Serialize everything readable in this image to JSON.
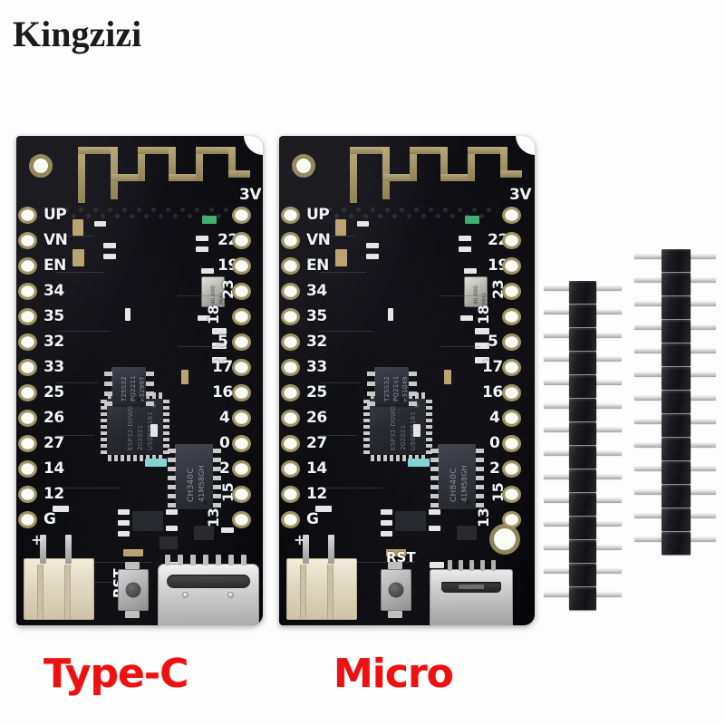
{
  "watermark": {
    "text": "Kingzizi"
  },
  "captions": {
    "left": "Type-C",
    "right": "Micro",
    "color": "#ee1111"
  },
  "boards": [
    {
      "id": "board-type-c",
      "variant": "Type-C",
      "usb_connector": "USB Type-C",
      "left_pin_labels": [
        "UP",
        "VN",
        "EN",
        "34",
        "35",
        "32",
        "33",
        "25",
        "26",
        "27",
        "14",
        "12",
        "G"
      ],
      "right_pin_labels": [
        "3V",
        "22",
        "19",
        "23",
        "18",
        "5",
        "17",
        "16",
        "4",
        "0",
        "2",
        "15",
        "13"
      ],
      "right_rotated_labels": [
        "23",
        "18",
        "15",
        "13"
      ],
      "silkscreen": {
        "reset_button": "RST",
        "battery_plus": "+"
      },
      "chips": {
        "mcu": {
          "line1": "ESP32-D0WDQ6",
          "line2": "202021",
          "line3": "U50P36161"
        },
        "flash": {
          "line1": "T25S32",
          "line2": "PQ2211",
          "line3": "P32997"
        },
        "usb_serial": {
          "line1": "CH340C",
          "line2": "41M58GH"
        },
        "crystal": {
          "line1": "40.000",
          "line2": "MHz"
        }
      }
    },
    {
      "id": "board-micro",
      "variant": "Micro",
      "usb_connector": "Micro USB",
      "left_pin_labels": [
        "UP",
        "VN",
        "EN",
        "34",
        "35",
        "32",
        "33",
        "25",
        "26",
        "27",
        "14",
        "12",
        "G"
      ],
      "right_pin_labels": [
        "3V",
        "22",
        "19",
        "23",
        "18",
        "5",
        "17",
        "16",
        "4",
        "0",
        "2",
        "15",
        "13"
      ],
      "right_rotated_labels": [
        "23",
        "18",
        "15",
        "13"
      ],
      "silkscreen": {
        "reset_button": "RST",
        "battery_plus": "+"
      },
      "chips": {
        "mcu": {
          "line1": "ESP32-D0WDQ6",
          "line2": "202021",
          "line3": "U50P36161"
        },
        "flash": {
          "line1": "T25S32",
          "line2": "PQ21v1",
          "line3": "P31049"
        },
        "usb_serial": {
          "line1": "CH840C",
          "line2": "41M58GH"
        },
        "crystal": {
          "line1": "40.000",
          "line2": "MHz"
        }
      }
    }
  ],
  "accessories": {
    "pin_headers": [
      {
        "name": "pin-header-left",
        "pin_count": 14
      },
      {
        "name": "pin-header-right",
        "pin_count": 13
      }
    ]
  },
  "colors": {
    "pcb": "#0b0b10",
    "pad_ring": "#9c9264",
    "pad_fill": "#fbfbf5",
    "silkscreen": "#f0f4f8",
    "antenna_gold": "#b6a878",
    "caption_red": "#ee1111",
    "background": "#fdfdfd"
  }
}
